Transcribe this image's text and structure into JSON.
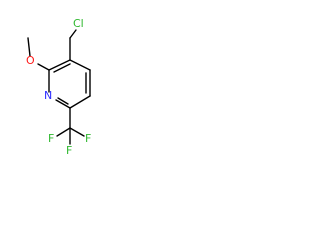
{
  "molecule": {
    "atoms": {
      "chlorine": "Cl",
      "oxygen": "O",
      "nitrogen": "N",
      "fluorine_1": "F",
      "fluorine_2": "F",
      "fluorine_3": "F"
    },
    "colors": {
      "bond": "#000000",
      "chlorine": "#2fb82f",
      "oxygen": "#ff1a1a",
      "nitrogen": "#2d2dff",
      "fluorine": "#2fb82f"
    }
  }
}
